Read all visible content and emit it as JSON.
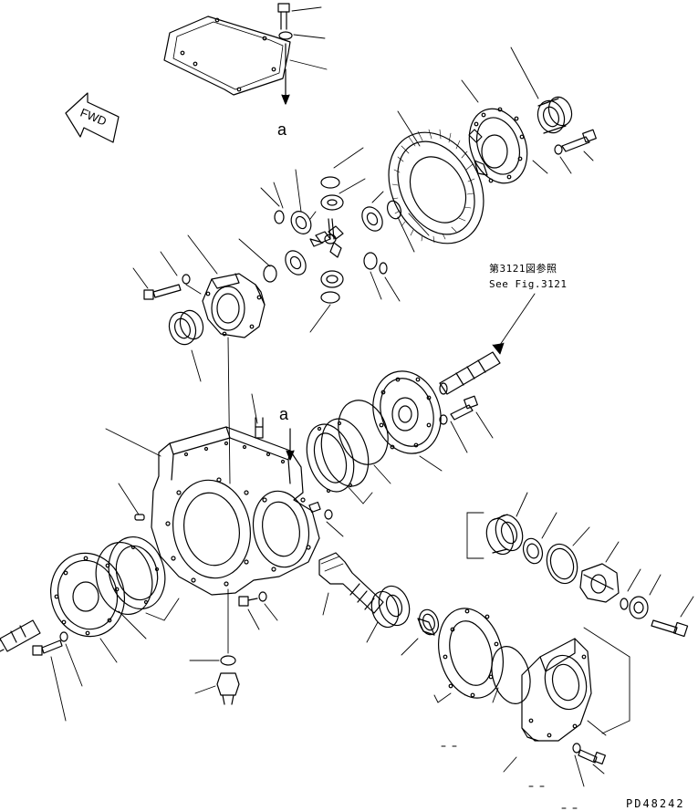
{
  "labels": {
    "view_marker_top": "a",
    "view_marker_mid": "a",
    "direction": "FWD",
    "reference_jp": "第3121図参照",
    "reference_en": "See Fig.3121",
    "drawing_code": "PD48242"
  }
}
